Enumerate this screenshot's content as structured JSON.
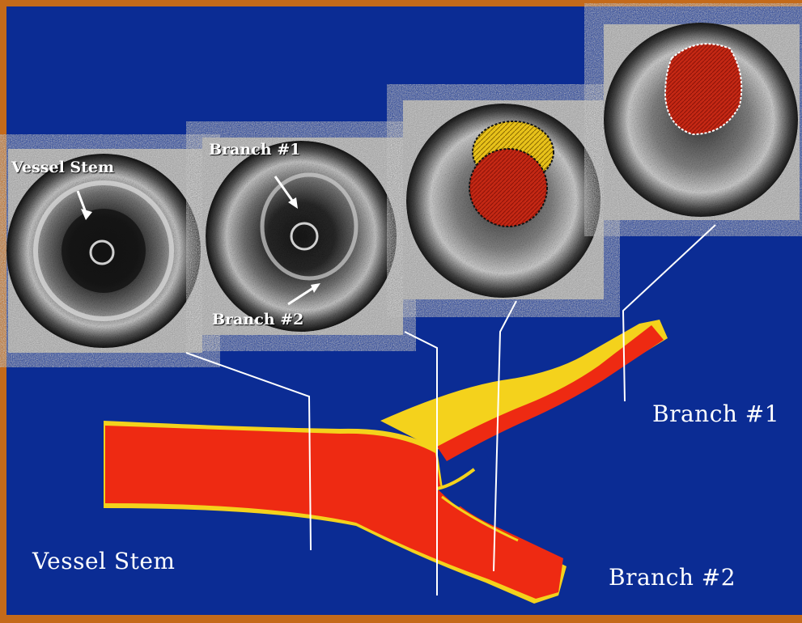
{
  "labels": {
    "vessel_stem": "Vessel Stem",
    "branch_1": "Branch #1",
    "branch_2": "Branch #2"
  },
  "panel_labels": {
    "vessel_stem": "Vessel Stem",
    "branch_1": "Branch #1",
    "branch_2": "Branch #2"
  },
  "colors": {
    "background": "#0b2c94",
    "frame": "#c46a1a",
    "lumen": "#ee2a12",
    "plaque": "#f4d21c",
    "panel": "#a8a8a8",
    "guide_line": "#ffffff"
  }
}
